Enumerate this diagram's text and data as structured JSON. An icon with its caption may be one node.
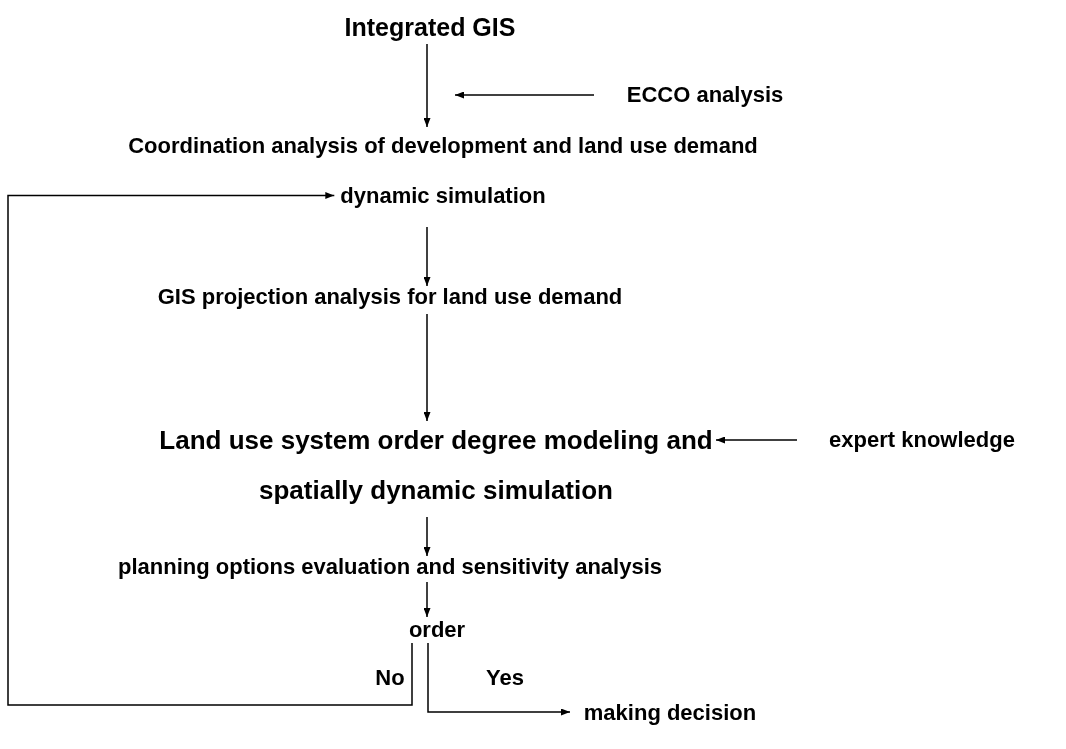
{
  "diagram": {
    "nodes": [
      {
        "text": [
          "Integrated GIS"
        ]
      },
      {
        "text": [
          "ECCO analysis"
        ]
      },
      {
        "text": [
          "Coordination analysis of development and land use demand dynamic simulation"
        ]
      },
      {
        "text": [
          "GIS projection analysis for land use demand"
        ]
      },
      {
        "text": [
          "Land use system order degree modeling and spatially dynamic simulation"
        ]
      },
      {
        "text": [
          "expert knowledge"
        ]
      },
      {
        "text": [
          "planning options evaluation and sensitivity analysis"
        ]
      },
      {
        "text": [
          "order"
        ]
      },
      {
        "text": [
          "making decision"
        ]
      }
    ],
    "edges": [
      {
        "from": 0,
        "to": 2,
        "arrow": "to"
      },
      {
        "from": 1,
        "to": null,
        "arrow": "to"
      },
      {
        "from": 2,
        "to": 3,
        "arrow": "to"
      },
      {
        "from": 3,
        "to": 4,
        "arrow": "to"
      },
      {
        "from": 5,
        "to": 4,
        "arrow": "to"
      },
      {
        "from": 4,
        "to": 6,
        "arrow": "to"
      },
      {
        "from": 6,
        "to": 7,
        "arrow": "to"
      },
      {
        "from": 7,
        "to": 2,
        "arrow": "to"
      },
      {
        "from": 7,
        "to": 8,
        "arrow": "to"
      }
    ],
    "labels": [
      "No",
      "Yes"
    ]
  }
}
